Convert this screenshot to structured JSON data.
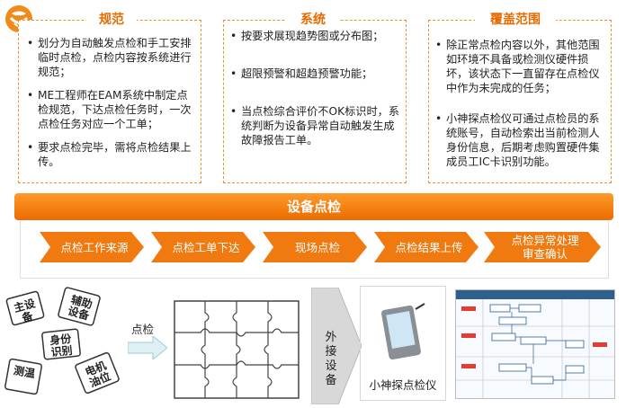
{
  "colors": {
    "accent": "#e76a00",
    "arrow": "#f07a10",
    "banner": "#f28a1a"
  },
  "cards": [
    {
      "title": "规范",
      "items": [
        "划分为自动触发点检和手工安排临时点检，点检内容按系统进行规范；",
        "ME工程师在EAM系统中制定点检规范，下达点检任务时，一次点检任务对应一个工单；",
        "要求点检完毕，需将点检结果上传。"
      ]
    },
    {
      "title": "系统",
      "items": [
        "按要求展现趋势图或分布图；",
        "超限预警和超趋预警功能；",
        "当点检综合评价不OK标识时，系统判断为设备异常自动触发生成故障报告工单。"
      ]
    },
    {
      "title": "覆盖范围",
      "items": [
        "除正常点检内容以外，其他范围如环境不具备或检测仪硬件损坏，该状态下一直留存在点检仪中作为未完成的任务；",
        "小神探点检仪可通过点检员的系统账号，自动检索出当前检测人身份信息，后期考虑购置硬件集成员工IC卡识别功能。"
      ]
    }
  ],
  "banner_title": "设备点检",
  "steps": [
    "点检工作来源",
    "点检工单下达",
    "现场点检",
    "点检结果上传",
    "点检异常处理审查确认"
  ],
  "bottom": {
    "pieces": [
      "主设备",
      "辅助设备",
      "身份识别",
      "测温",
      "电机油位"
    ],
    "arrow_label": "点检",
    "external_label": "外接设备",
    "device_label": "小神探点检仪"
  }
}
